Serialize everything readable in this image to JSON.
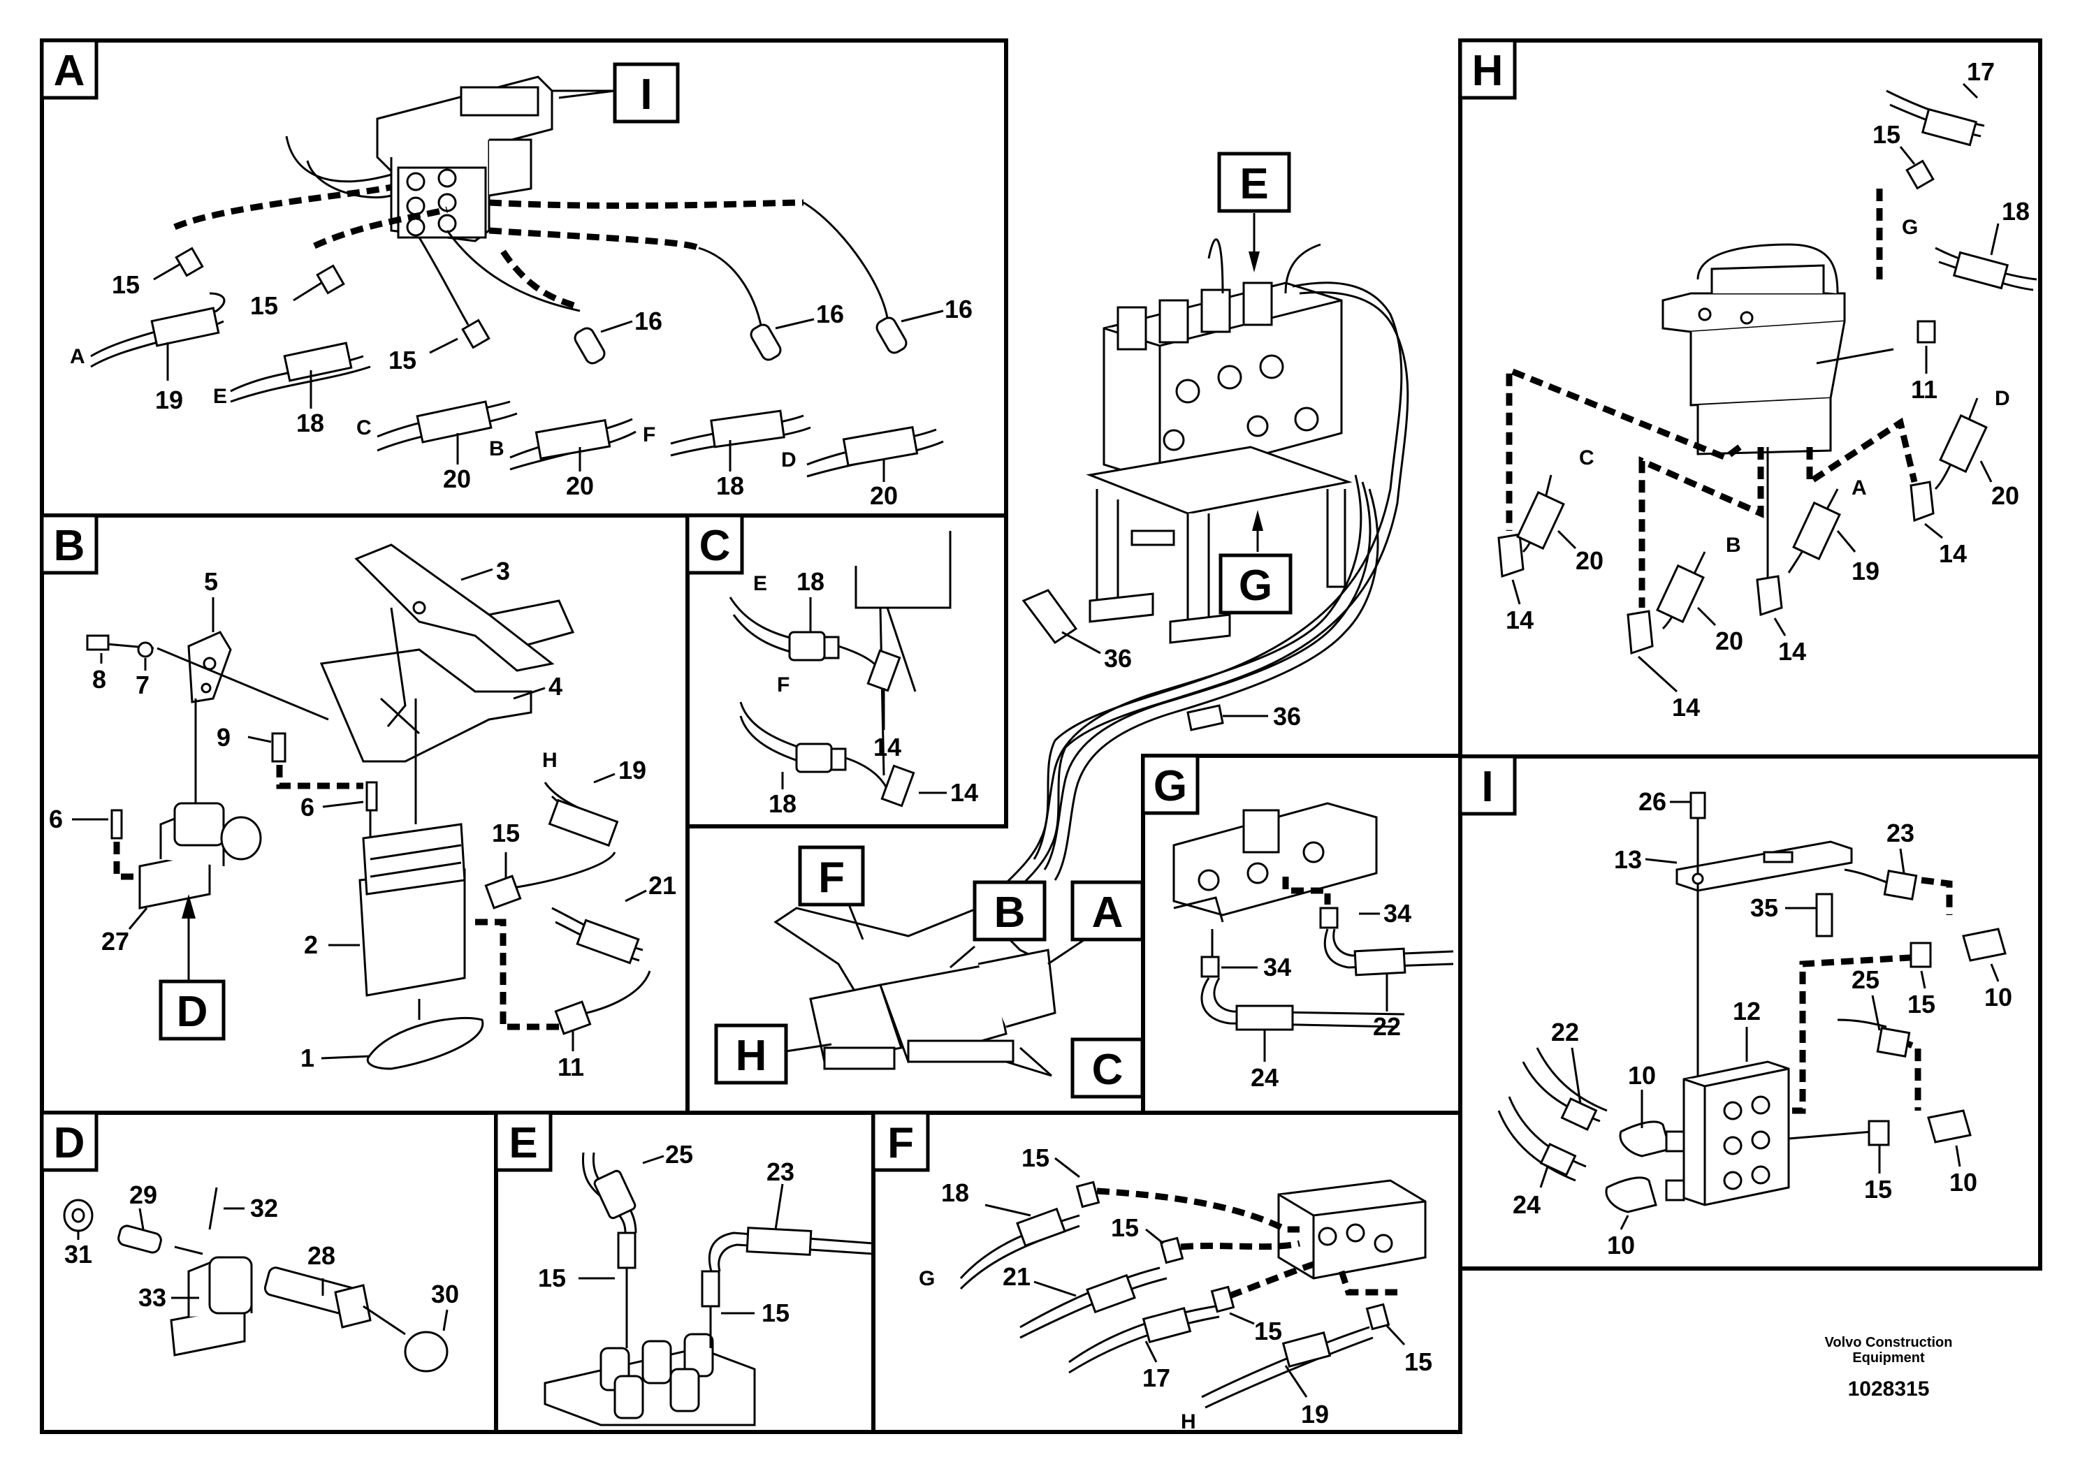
{
  "panels": [
    {
      "id": "A",
      "label": "A"
    },
    {
      "id": "B",
      "label": "B"
    },
    {
      "id": "C",
      "label": "C"
    },
    {
      "id": "D",
      "label": "D"
    },
    {
      "id": "E",
      "label": "E"
    },
    {
      "id": "F",
      "label": "F"
    },
    {
      "id": "G",
      "label": "G"
    },
    {
      "id": "H",
      "label": "H"
    },
    {
      "id": "I",
      "label": "I"
    }
  ],
  "overview_tags": {
    "E": "E",
    "G": "G",
    "F": "F",
    "B": "B",
    "A": "A",
    "H": "H",
    "C": "C",
    "I": "I",
    "D": "D"
  },
  "callouts": {
    "a": [
      "15",
      "15",
      "15",
      "16",
      "16",
      "16",
      "19",
      "18",
      "20",
      "20",
      "18",
      "20"
    ],
    "b": [
      "3",
      "5",
      "8",
      "7",
      "4",
      "9",
      "6",
      "6",
      "H",
      "19",
      "15",
      "27",
      "2",
      "21",
      "1",
      "11"
    ],
    "c": [
      "18",
      "14",
      "14",
      "18"
    ],
    "d": [
      "29",
      "32",
      "31",
      "28",
      "30",
      "33"
    ],
    "e": [
      "25",
      "23",
      "15",
      "15"
    ],
    "f": [
      "15",
      "18",
      "15",
      "21",
      "15",
      "17",
      "15",
      "19"
    ],
    "g": [
      "34",
      "34",
      "22",
      "24"
    ],
    "h": [
      "17",
      "15",
      "18",
      "11",
      "20",
      "20",
      "14",
      "19",
      "20",
      "14",
      "14",
      "14"
    ],
    "i": [
      "26",
      "13",
      "23",
      "35",
      "25",
      "12",
      "10",
      "15",
      "22",
      "10",
      "24",
      "10",
      "15",
      "10"
    ],
    "overview": [
      "36",
      "36"
    ]
  },
  "port_labels": {
    "a": [
      "A",
      "E",
      "C",
      "B",
      "F",
      "D"
    ],
    "c": [
      "E",
      "F"
    ],
    "f": [
      "G",
      "H"
    ],
    "h": [
      "G",
      "C",
      "B",
      "A",
      "D"
    ]
  },
  "footer": {
    "line1": "Volvo Construction",
    "line2": "Equipment",
    "number": "1028315"
  }
}
